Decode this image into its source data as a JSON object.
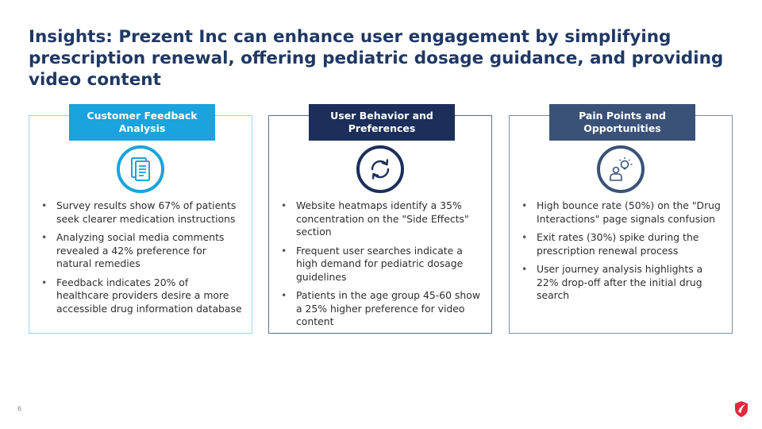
{
  "title": "Insights: Prezent Inc can enhance user engagement by simplifying prescription renewal, offering pediatric dosage guidance, and providing video content",
  "cards": [
    {
      "heading": "Customer Feedback Analysis",
      "icon": "document-icon",
      "color": "#1aa3dc",
      "bullets": [
        "Survey results show 67% of patients seek clearer medication instructions",
        "Analyzing social media comments revealed a 42% preference for natural remedies",
        "Feedback indicates 20% of healthcare providers desire a more accessible drug information database"
      ]
    },
    {
      "heading": "User Behavior and Preferences",
      "icon": "refresh-icon",
      "color": "#1b2f5a",
      "bullets": [
        "Website heatmaps identify a 35% concentration on the \"Side Effects\" section",
        "Frequent user searches indicate a high demand for pediatric dosage guidelines",
        "Patients in the age group 45-60 show a 25% higher preference for video content"
      ]
    },
    {
      "heading": "Pain Points and Opportunities",
      "icon": "person-idea-icon",
      "color": "#3b5278",
      "bullets": [
        "High bounce rate (50%) on the \"Drug Interactions\" page signals confusion",
        "Exit rates (30%) spike during the prescription renewal process",
        "User journey analysis highlights a 22% drop-off after the initial drug search"
      ]
    }
  ],
  "page_number": "6",
  "accent_colors": {
    "title": "#1f3864",
    "logo": "#e5273c"
  }
}
